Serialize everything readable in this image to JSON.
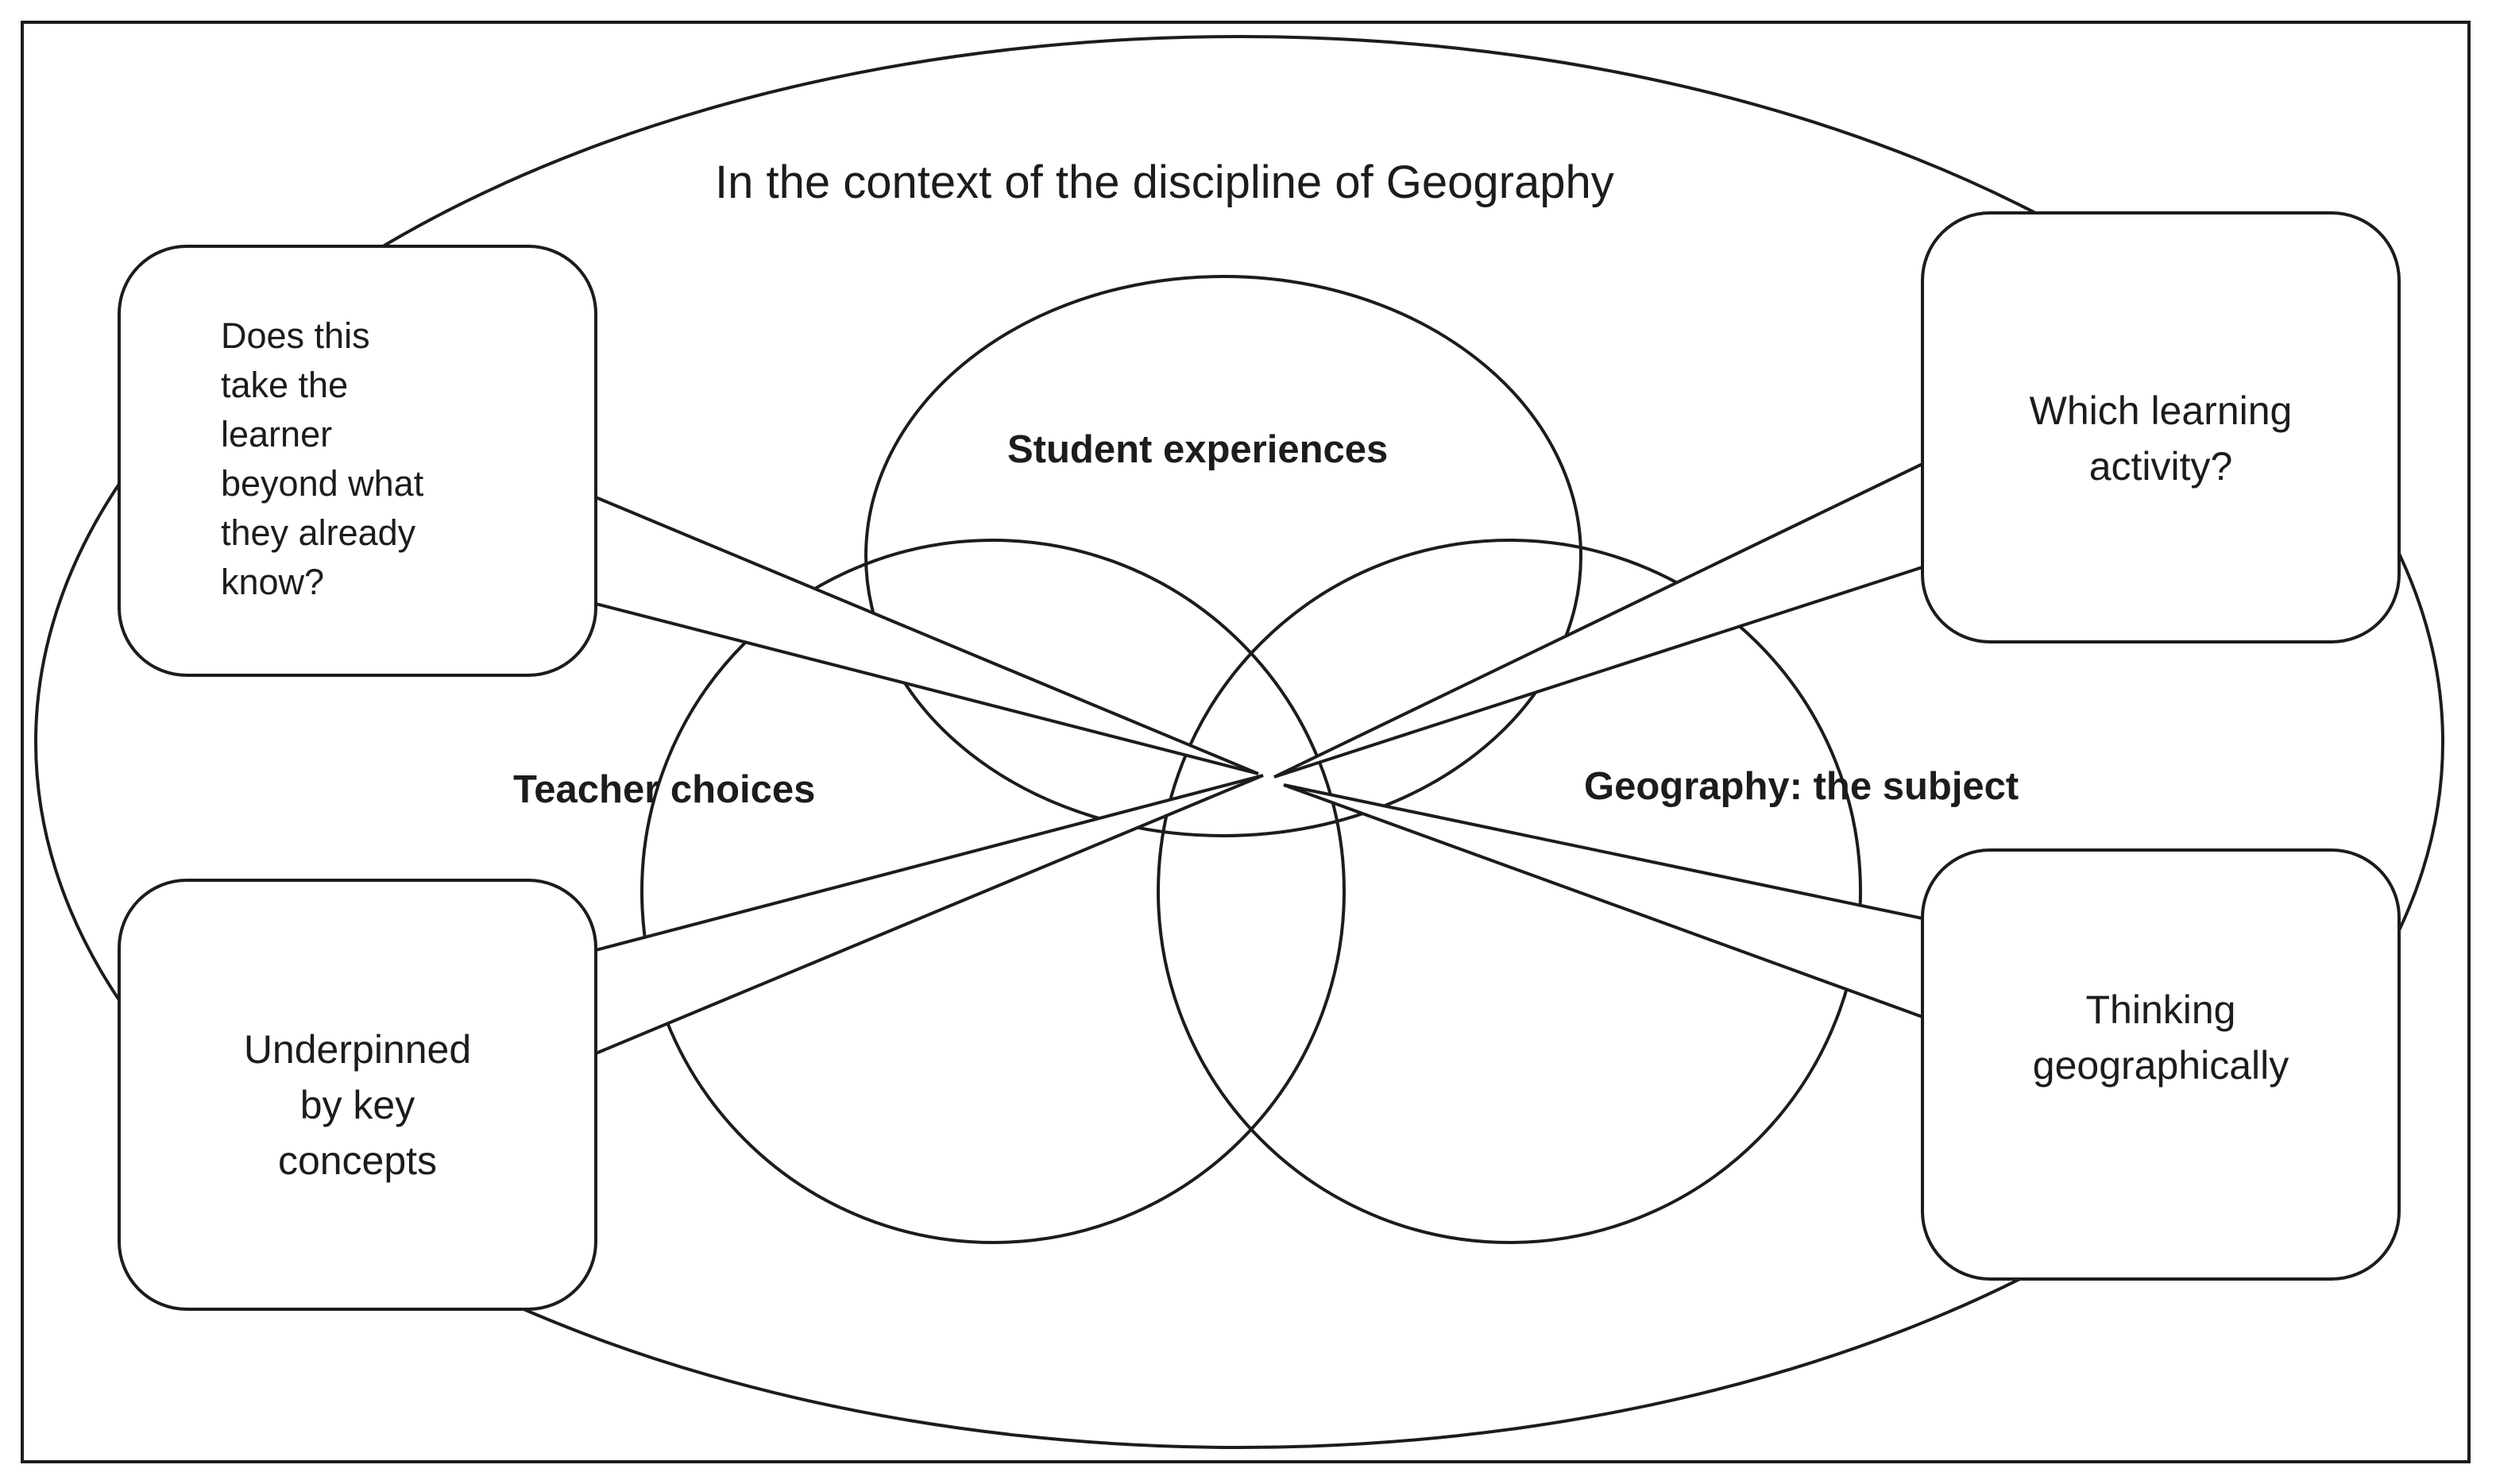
{
  "diagram": {
    "context_label": "In the context of the discipline of Geography",
    "circles": {
      "student": "Student experiences",
      "teacher": "Teacher choices",
      "geography": "Geography: the subject"
    },
    "callouts": {
      "top_left": "Does this\ntake the\nlearner\nbeyond what\nthey already\nknow?",
      "top_right": "Which learning\nactivity?",
      "bottom_left": "Underpinned\nby key\nconcepts",
      "bottom_right": "Thinking\ngeographically"
    }
  }
}
